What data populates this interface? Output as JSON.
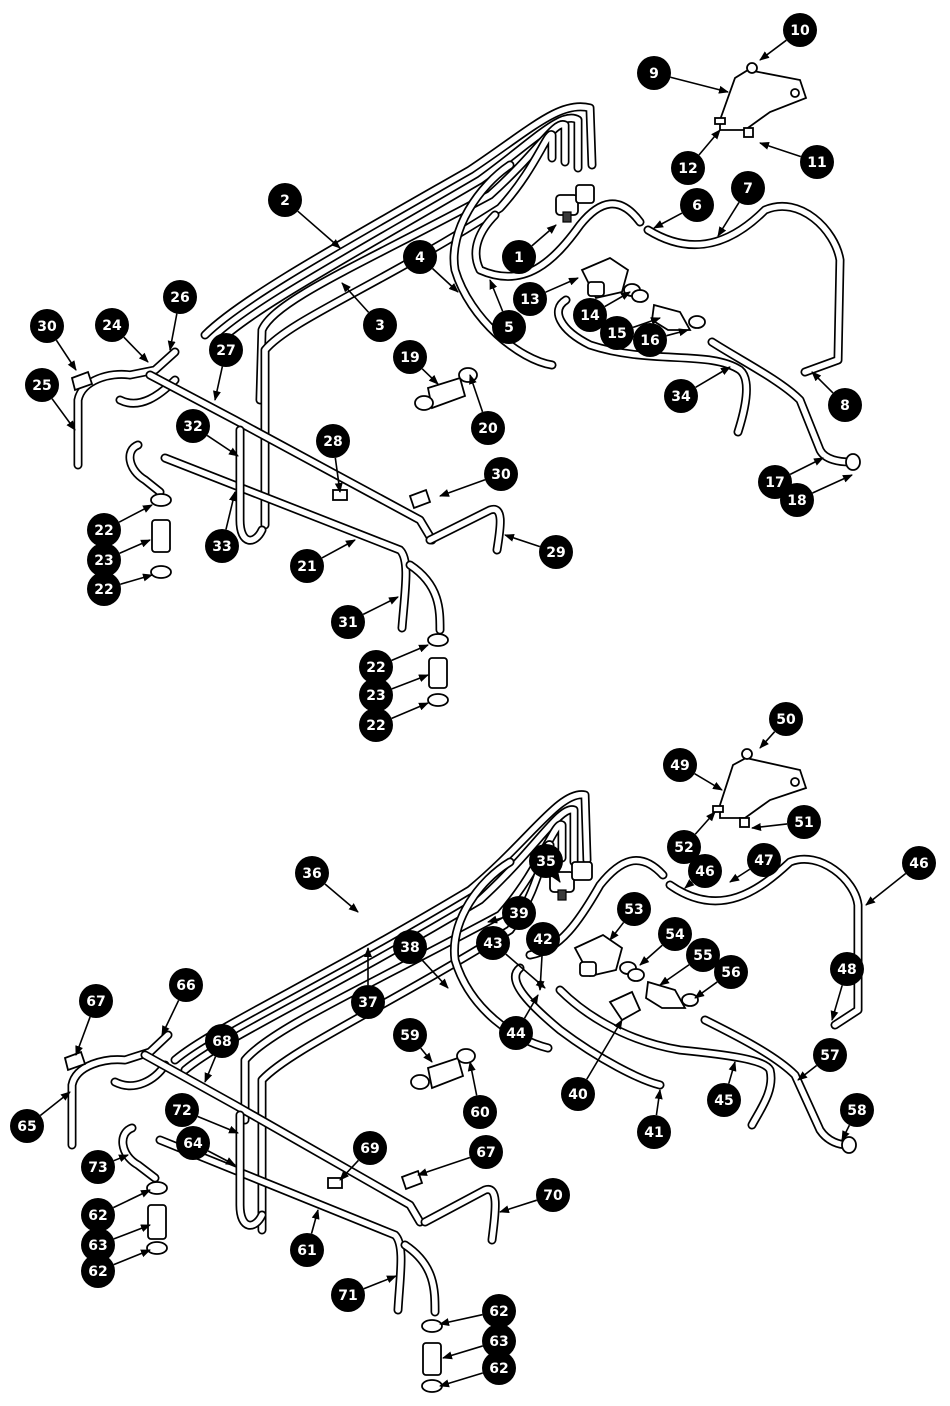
{
  "callouts": [
    {
      "label": "1"
    },
    {
      "label": "2"
    },
    {
      "label": "3"
    },
    {
      "label": "4"
    },
    {
      "label": "5"
    },
    {
      "label": "6"
    },
    {
      "label": "7"
    },
    {
      "label": "8"
    },
    {
      "label": "9"
    },
    {
      "label": "10"
    },
    {
      "label": "11"
    },
    {
      "label": "12"
    },
    {
      "label": "13"
    },
    {
      "label": "14"
    },
    {
      "label": "15"
    },
    {
      "label": "16"
    },
    {
      "label": "17"
    },
    {
      "label": "18"
    },
    {
      "label": "19"
    },
    {
      "label": "20"
    },
    {
      "label": "21"
    },
    {
      "label": "22"
    },
    {
      "label": "23"
    },
    {
      "label": "22"
    },
    {
      "label": "24"
    },
    {
      "label": "25"
    },
    {
      "label": "26"
    },
    {
      "label": "27"
    },
    {
      "label": "28"
    },
    {
      "label": "29"
    },
    {
      "label": "30"
    },
    {
      "label": "30"
    },
    {
      "label": "31"
    },
    {
      "label": "22"
    },
    {
      "label": "23"
    },
    {
      "label": "22"
    },
    {
      "label": "32"
    },
    {
      "label": "33"
    },
    {
      "label": "34"
    },
    {
      "label": "35"
    },
    {
      "label": "36"
    },
    {
      "label": "37"
    },
    {
      "label": "38"
    },
    {
      "label": "39"
    },
    {
      "label": "40"
    },
    {
      "label": "41"
    },
    {
      "label": "42"
    },
    {
      "label": "43"
    },
    {
      "label": "44"
    },
    {
      "label": "45"
    },
    {
      "label": "46"
    },
    {
      "label": "46"
    },
    {
      "label": "47"
    },
    {
      "label": "48"
    },
    {
      "label": "49"
    },
    {
      "label": "50"
    },
    {
      "label": "51"
    },
    {
      "label": "52"
    },
    {
      "label": "53"
    },
    {
      "label": "54"
    },
    {
      "label": "55"
    },
    {
      "label": "56"
    },
    {
      "label": "57"
    },
    {
      "label": "58"
    },
    {
      "label": "59"
    },
    {
      "label": "60"
    },
    {
      "label": "61"
    },
    {
      "label": "62"
    },
    {
      "label": "63"
    },
    {
      "label": "62"
    },
    {
      "label": "62"
    },
    {
      "label": "63"
    },
    {
      "label": "62"
    },
    {
      "label": "64"
    },
    {
      "label": "65"
    },
    {
      "label": "66"
    },
    {
      "label": "67"
    },
    {
      "label": "67"
    },
    {
      "label": "68"
    },
    {
      "label": "69"
    },
    {
      "label": "70"
    },
    {
      "label": "71"
    },
    {
      "label": "72"
    },
    {
      "label": "73"
    }
  ]
}
